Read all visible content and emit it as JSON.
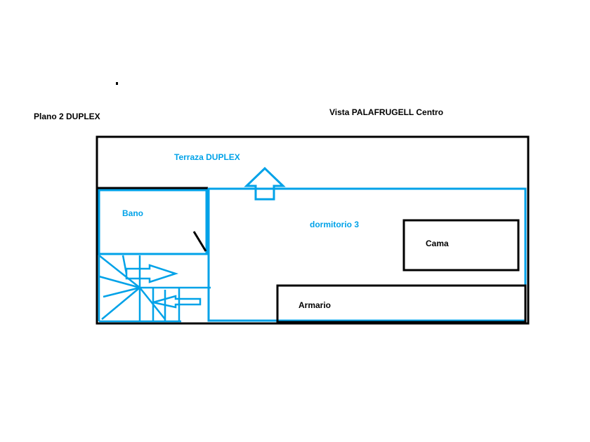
{
  "title_left": "Plano 2  DUPLEX",
  "title_right": "Vista PALAFRUGELL Centro",
  "rooms": {
    "terrace": "Terraza  DUPLEX",
    "bathroom": "Bano",
    "bedroom": "dormitorio 3",
    "bed": "Cama",
    "wardrobe": "Armario"
  },
  "colors": {
    "wall": "#000000",
    "blue": "#00a2e8"
  }
}
